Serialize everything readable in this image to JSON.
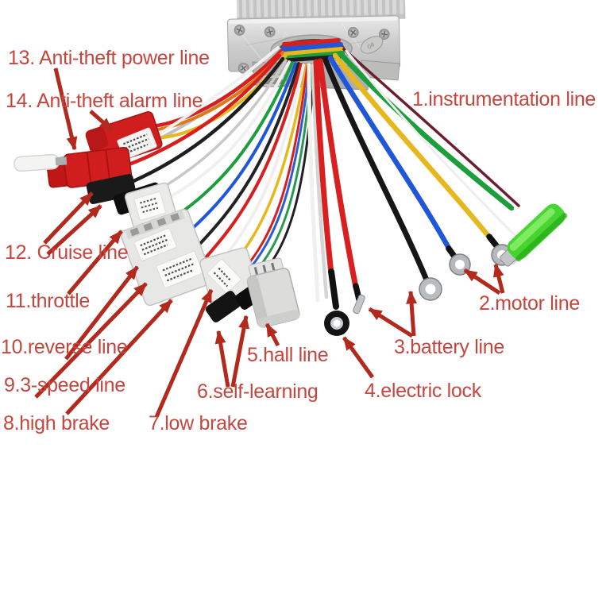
{
  "scene": {
    "description": "annotated photo of brushless motor controller with labeled wiring harness",
    "background": "#ffffff"
  },
  "controller": {
    "stamp_text": "04"
  },
  "callouts": [
    {
      "id": "1",
      "text": "1.instrumentation line"
    },
    {
      "id": "2",
      "text": "2.motor line"
    },
    {
      "id": "3",
      "text": "3.battery line"
    },
    {
      "id": "4",
      "text": "4.electric lock"
    },
    {
      "id": "5",
      "text": "5.hall line"
    },
    {
      "id": "6",
      "text": "6.self-learning"
    },
    {
      "id": "7",
      "text": "7.low brake"
    },
    {
      "id": "8",
      "text": "8.high brake"
    },
    {
      "id": "9",
      "text": "9.3-speed line"
    },
    {
      "id": "10",
      "text": "10.reverse line"
    },
    {
      "id": "11",
      "text": "11.throttle"
    },
    {
      "id": "12",
      "text": "12. Cruise line"
    },
    {
      "id": "13",
      "text": "13. Anti-theft power line"
    },
    {
      "id": "14",
      "text": "14. Anti-theft alarm line"
    }
  ],
  "colors": {
    "label_text": "#c5463e",
    "arrow": "#b2291e",
    "controller_silver": "#cfcfcf",
    "connector_red": "#d01d1d",
    "connector_white": "#e9e9e7",
    "connector_black": "#151515",
    "green_terminal": "#3fd428",
    "wire_red": "#d81f1f",
    "wire_black": "#1e1e1e",
    "wire_blue": "#2057d8",
    "wire_green": "#1d9e3c",
    "wire_yellow": "#e6b81e",
    "wire_white": "#f0f0ee",
    "wire_orange": "#e07818",
    "wire_maroon": "#6b1f2e"
  }
}
